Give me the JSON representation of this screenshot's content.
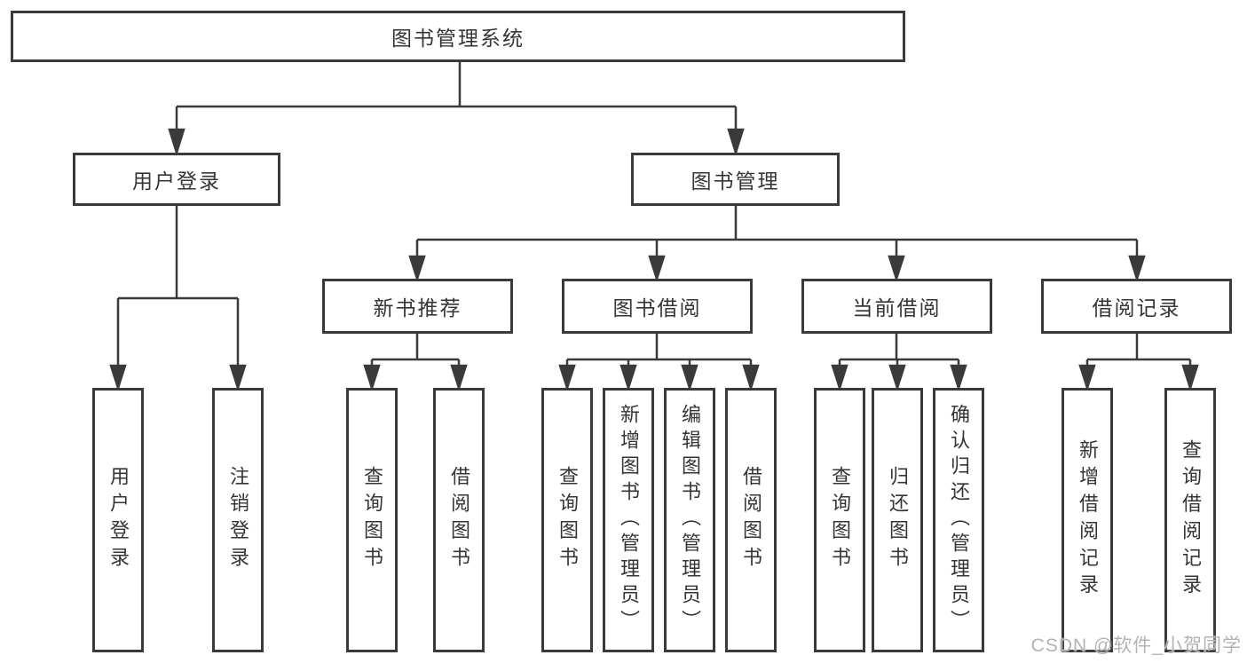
{
  "tree": {
    "root": "图书管理系统",
    "branches": [
      {
        "label": "用户登录",
        "children": [
          "用户登录",
          "注销登录"
        ]
      },
      {
        "label": "图书管理",
        "children": [
          {
            "label": "新书推荐",
            "children": [
              "查询图书",
              "借阅图书"
            ]
          },
          {
            "label": "图书借阅",
            "children": [
              "查询图书",
              "新增图书（管理员）",
              "编辑图书（管理员）",
              "借阅图书"
            ]
          },
          {
            "label": "当前借阅",
            "children": [
              "查询图书",
              "归还图书",
              "确认归还（管理员）"
            ]
          },
          {
            "label": "借阅记录",
            "children": [
              "新增借阅记录",
              "查询借阅记录"
            ]
          }
        ]
      }
    ]
  },
  "colors": {
    "line": "#3a3a3a",
    "text": "#353535",
    "watermark": "#b3b3b3",
    "background": "#ffffff"
  },
  "watermark": "CSDN @软件_小贺同学"
}
